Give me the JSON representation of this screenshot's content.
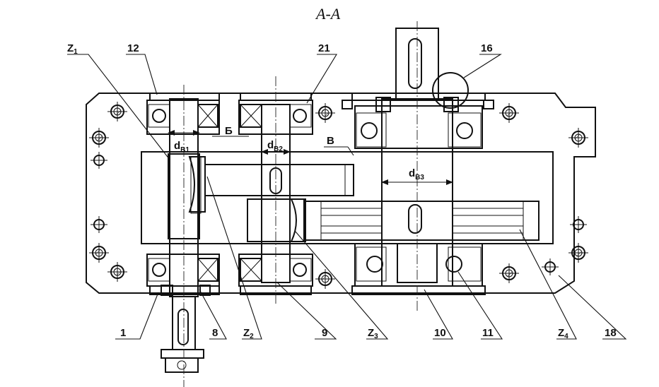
{
  "section_title": "А-А",
  "plane_labels": {
    "b": "Б",
    "v": "В"
  },
  "diameters": {
    "d1": {
      "main": "d",
      "sub": "B1"
    },
    "d2": {
      "main": "d",
      "sub": "B2"
    },
    "d3": {
      "main": "d",
      "sub": "B3"
    }
  },
  "gear_labels": {
    "z1": {
      "main": "Z",
      "sub": "1"
    },
    "z2": {
      "main": "Z",
      "sub": "2"
    },
    "z3": {
      "main": "Z",
      "sub": "3"
    },
    "z4": {
      "main": "Z",
      "sub": "4"
    }
  },
  "part_numbers": {
    "p1": "1",
    "p8": "8",
    "p9": "9",
    "p10": "10",
    "p11": "11",
    "p12": "12",
    "p16": "16",
    "p18": "18",
    "p21": "21"
  }
}
